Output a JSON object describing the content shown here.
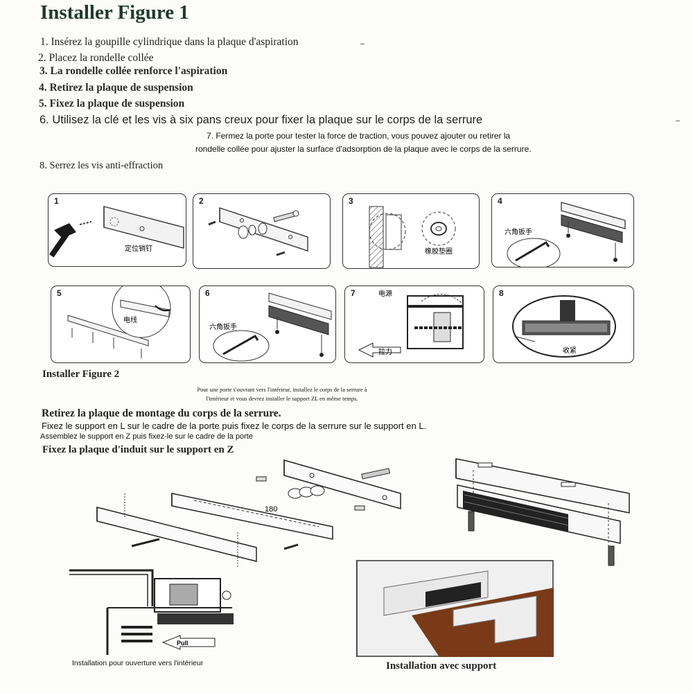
{
  "title": "Installer Figure 1",
  "steps": [
    "1. Insérez la goupille cylindrique dans la plaque d'aspiration",
    "2. Placez la rondelle collée",
    "3. La rondelle collée renforce l'aspiration",
    "4. Retirez la plaque de suspension",
    "5. Fixez la plaque de suspension",
    "6. Utilisez la clé et les vis à six pans creux pour fixer la plaque sur le corps de la serrure",
    "7. Fermez la porte pour tester la force de traction, vous pouvez ajouter ou retirer la",
    "rondelle collée pour ajuster la surface d'adsorption de la plaque avec le corps de la serrure.",
    "8. Serrez les vis anti-effraction"
  ],
  "panels": [
    {
      "num": "1",
      "label": "定位销钉"
    },
    {
      "num": "2",
      "label": ""
    },
    {
      "num": "3",
      "label": "橡胶垫圈"
    },
    {
      "num": "4",
      "label": "六角扳手"
    },
    {
      "num": "5",
      "label": "电线"
    },
    {
      "num": "6",
      "label": "六角扳手"
    },
    {
      "num": "7",
      "label": "电源",
      "label2": "拉力"
    },
    {
      "num": "8",
      "label": "收紧"
    }
  ],
  "figure2": {
    "title": "Installer Figure 2",
    "note": "Pour une porte s'ouvrant vers l'intérieur, installez le corps de la serrure à l'intérieur et vous devrez installer le support ZL en même temps.",
    "line1": "Retirez la plaque de montage du corps de la serrure.",
    "line2": "Fixez le support en L sur le cadre de la porte puis fixez le corps de la serrure sur le support en L.",
    "line3": "Assemblez le support en Z puis fixez-le sur le cadre de la porte",
    "line4": "Fixez la plaque d'induit sur le support en Z",
    "dimension": "180",
    "pull": "Pull",
    "caption_left": "Installation pour ouverture vers l'intérieur",
    "caption_right": "Installation avec support"
  }
}
